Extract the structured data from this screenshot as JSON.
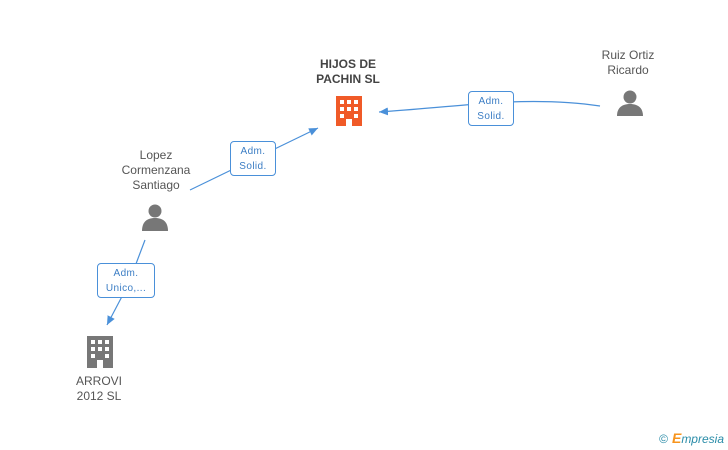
{
  "nodes": {
    "hijos": {
      "label": "HIJOS DE\nPACHIN SL",
      "kind": "company",
      "color": "#f05a28"
    },
    "ruiz": {
      "label": "Ruiz Ortiz\nRicardo",
      "kind": "person",
      "color": "#777777"
    },
    "lopez": {
      "label": "Lopez\nCormenzana\nSantiago",
      "kind": "person",
      "color": "#777777"
    },
    "arrovi": {
      "label": "ARROVI\n2012 SL",
      "kind": "company",
      "color": "#777777"
    }
  },
  "edges": {
    "ruiz_hijos": {
      "line1": "Adm.",
      "line2": "Solid."
    },
    "lopez_hijos": {
      "line1": "Adm.",
      "line2": "Solid."
    },
    "lopez_arrovi": {
      "line1": "Adm.",
      "line2": "Unico,..."
    }
  },
  "footer": {
    "copyright": "©",
    "brand_initial": "E",
    "brand_rest": "mpresia"
  },
  "colors": {
    "edge": "#4a90d9",
    "edge_text": "#3b7dc4"
  }
}
